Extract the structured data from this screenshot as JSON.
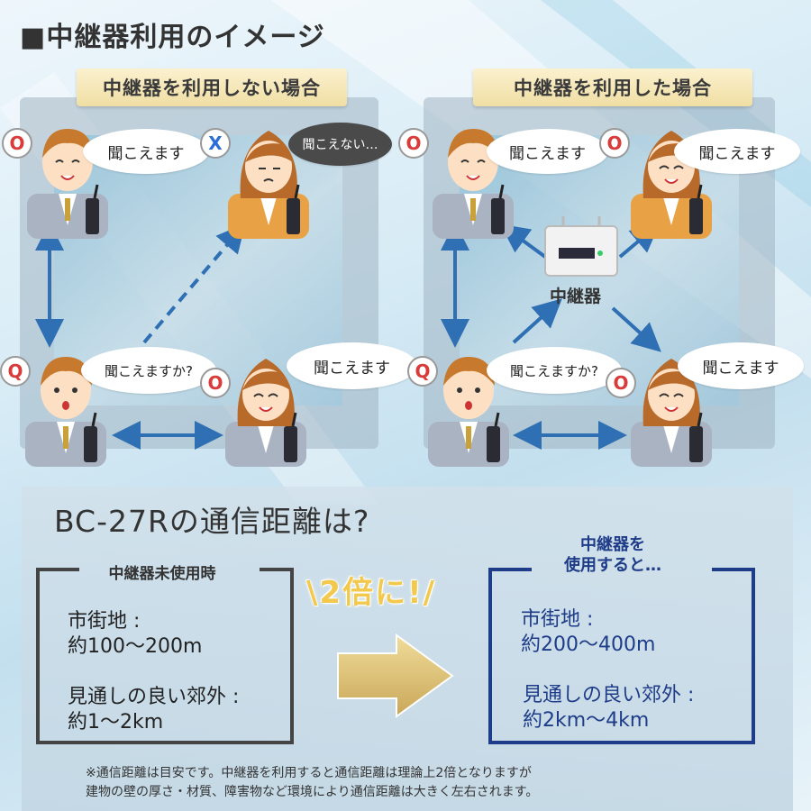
{
  "page_title": "■中継器利用のイメージ",
  "scenario_without": {
    "label": "中継器を利用しない場合",
    "top_left_bubble": "聞こえます",
    "top_right_bubble": "聞こえない…",
    "bottom_left_bubble": "聞こえますか?",
    "bottom_right_bubble": "聞こえます",
    "top_left_sign": "O",
    "top_right_sign": "X",
    "bottom_left_sign": "Q",
    "bottom_right_sign": "O"
  },
  "scenario_with": {
    "label": "中継器を利用した場合",
    "top_left_bubble": "聞こえます",
    "top_right_bubble": "聞こえます",
    "bottom_left_bubble": "聞こえますか?",
    "bottom_right_bubble": "聞こえます",
    "repeater_label": "中継器",
    "top_left_sign": "O",
    "top_right_sign": "O",
    "bottom_left_sign": "Q",
    "bottom_right_sign": "O"
  },
  "distance": {
    "title": "BC-27Rの通信距離は?",
    "without": {
      "header": "中継器未使用時",
      "urban_label": "市街地 :",
      "urban_value": "約100〜200m",
      "suburb_label": "見通しの良い郊外 :",
      "suburb_value": "約1〜2km"
    },
    "multiplier": "\\2倍に!/",
    "with": {
      "header_line1": "中継器を",
      "header_line2": "使用すると…",
      "urban_label": "市街地 :",
      "urban_value": "約200〜400m",
      "suburb_label": "見通しの良い郊外 :",
      "suburb_value": "約2km〜4km"
    },
    "note_line1": "※通信距離は目安です。中継器を利用すると通信距離は理論上2倍となりますが",
    "note_line2": "建物の壁の厚さ・材質、障害物など環境により通信距離は大きく左右されます。"
  },
  "colors": {
    "arrow_blue": "#2f6fb3",
    "circle_red": "#d93a3a",
    "cross_blue": "#2b6ed6",
    "accent_yellow": "#f2c94c",
    "box_blue": "#1f3c88"
  }
}
